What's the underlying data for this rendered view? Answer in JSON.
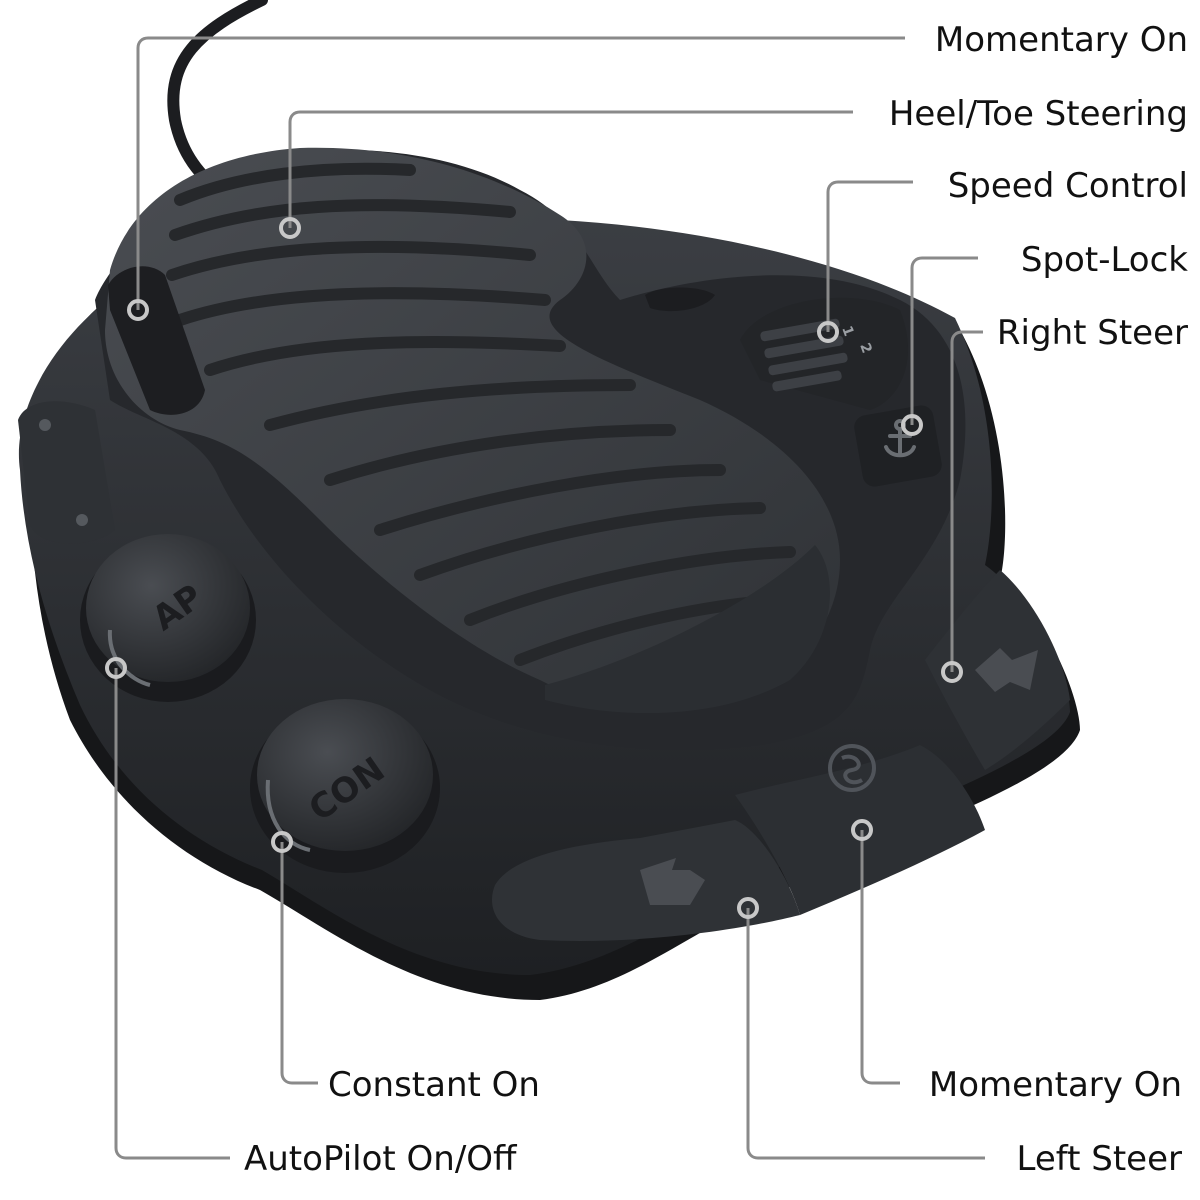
{
  "diagram": {
    "labels": {
      "momentary_on_top": "Momentary On",
      "heel_toe": "Heel/Toe Steering",
      "speed_control": "Speed Control",
      "spot_lock": "Spot-Lock",
      "right_steer": "Right Steer",
      "constant_on": "Constant On",
      "autopilot": "AutoPilot On/Off",
      "momentary_on_bottom": "Momentary On",
      "left_steer": "Left Steer"
    },
    "pedal_text": {
      "ap": "AP",
      "con": "CON",
      "speed_1": "1",
      "speed_2": "2"
    },
    "colors": {
      "leader_line": "#8a8a8a",
      "body": "#2a2d31",
      "pedal": "#3a3d42",
      "ridge": "#27292d",
      "text": "#111111"
    }
  }
}
